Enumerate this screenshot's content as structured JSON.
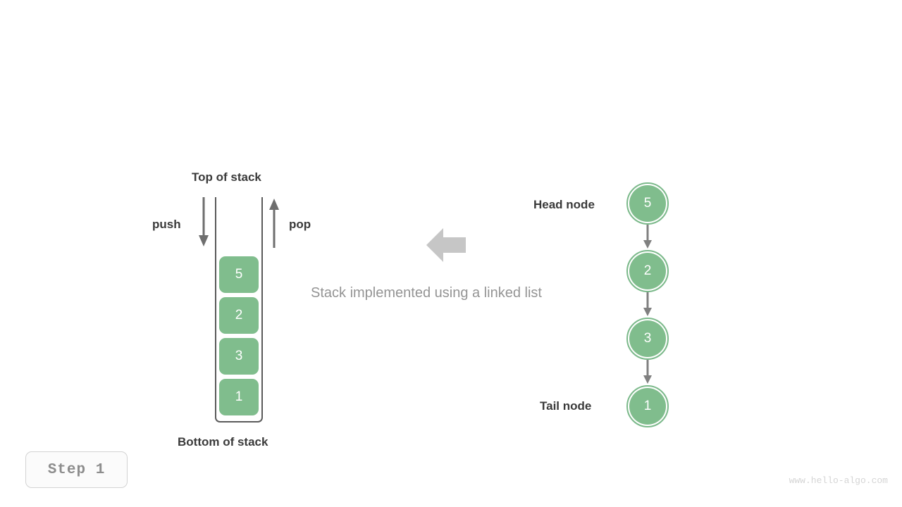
{
  "colors": {
    "node_fill": "#80bd8d",
    "node_ring": "#7bb98a",
    "container_stroke": "#5a5a5a",
    "arrow_gray": "#6e6e6e",
    "link_gray": "#808080",
    "transform_arrow": "#c6c6c6",
    "label_dark": "#3a3a3a",
    "caption_gray": "#949494",
    "badge_text": "#8d8d8d",
    "watermark": "#d5d5d5",
    "background": "#ffffff"
  },
  "stack": {
    "top_label": "Top of stack",
    "bottom_label": "Bottom of stack",
    "push_label": "push",
    "pop_label": "pop",
    "push_icon": "arrow-down-icon",
    "pop_icon": "arrow-up-icon",
    "items": [
      {
        "value": "5"
      },
      {
        "value": "2"
      },
      {
        "value": "3"
      },
      {
        "value": "1"
      }
    ]
  },
  "transform": {
    "icon": "arrow-left-block-icon",
    "caption": "Stack implemented using a linked list"
  },
  "linked_list": {
    "head_label": "Head node",
    "tail_label": "Tail node",
    "link_icon": "arrow-down-icon",
    "nodes": [
      {
        "value": "5",
        "role": "head"
      },
      {
        "value": "2",
        "role": "middle"
      },
      {
        "value": "3",
        "role": "middle"
      },
      {
        "value": "1",
        "role": "tail"
      }
    ]
  },
  "footer": {
    "step_label": "Step 1",
    "watermark": "www.hello-algo.com"
  }
}
